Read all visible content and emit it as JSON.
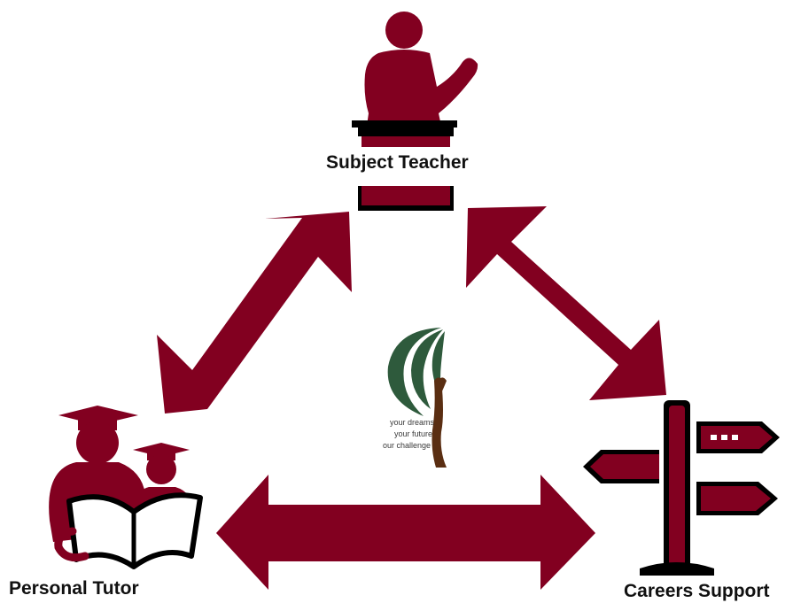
{
  "colors": {
    "maroon": "#820020",
    "outline": "#000000",
    "logo_green": "#2e5a3c",
    "logo_trunk": "#5a2e12"
  },
  "nodes": {
    "subject_teacher": {
      "label": "Subject Teacher",
      "icon": "teacher-at-lectern-icon"
    },
    "personal_tutor": {
      "label": "Personal Tutor",
      "icon": "graduates-reading-book-icon"
    },
    "careers_support": {
      "label": "Careers Support",
      "icon": "signpost-icon"
    }
  },
  "edges": [
    {
      "from": "Subject Teacher",
      "to": "Personal Tutor",
      "style": "double-arrow"
    },
    {
      "from": "Subject Teacher",
      "to": "Careers Support",
      "style": "double-arrow"
    },
    {
      "from": "Personal Tutor",
      "to": "Careers Support",
      "style": "double-arrow"
    }
  ],
  "logo": {
    "icon": "tree-logo-icon",
    "tagline": [
      "your dreams",
      "your future",
      "our challenge"
    ]
  }
}
